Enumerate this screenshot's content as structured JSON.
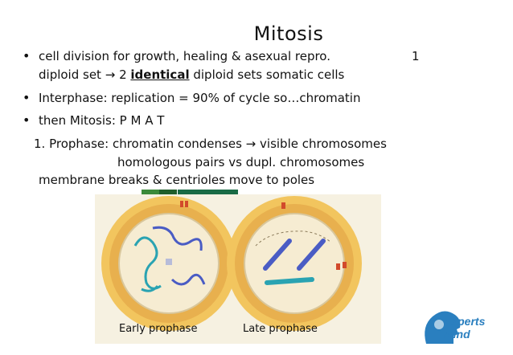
{
  "slide": {
    "title": "Mitosis",
    "bullets": [
      {
        "text_a": "cell division for growth, healing & asexual repro.",
        "text_b": "1"
      },
      {
        "text_a": "diploid set",
        "arrow": "→",
        "text_b": " 2 ",
        "emph": "identical",
        "text_c": " diploid sets     somatic cells"
      },
      {
        "text": "Interphase:    replication =    90% of cycle     so…chromatin"
      },
      {
        "text": "then Mitosis:   P  M  A  T"
      }
    ],
    "prophase": {
      "line1_a": "1. Prophase:   chromatin condenses ",
      "arrow": "→",
      "line1_b": " visible chromosomes",
      "line2": "homologous pairs vs dupl. chromosomes",
      "line3": "membrane breaks & centrioles move to poles"
    },
    "figure": {
      "label_early": "Early prophase",
      "label_late": "Late prophase"
    },
    "logo": {
      "text": "Experts Mind"
    }
  }
}
